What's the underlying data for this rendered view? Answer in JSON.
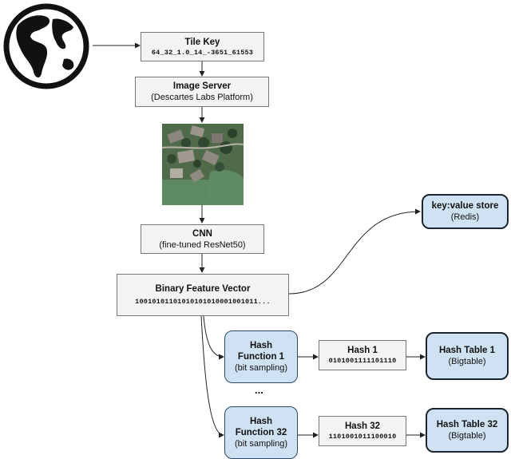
{
  "nodes": {
    "tile_key": {
      "title": "Tile Key",
      "code": "64_32_1.0_14_-3651_61553"
    },
    "image_server": {
      "title": "Image Server",
      "subtitle": "(Descartes Labs Platform)"
    },
    "cnn": {
      "title": "CNN",
      "subtitle": "(fine-tuned ResNet50)"
    },
    "feature_vector": {
      "title": "Binary Feature Vector",
      "code": "10010101101010101010001001011..."
    },
    "kv_store": {
      "title": "key:value store",
      "subtitle": "(Redis)"
    },
    "hash_fn_1": {
      "title": "Hash",
      "title2": "Function 1",
      "subtitle": "(bit sampling)"
    },
    "hash_1": {
      "title": "Hash 1",
      "code": "0101001111101110"
    },
    "hash_table_1": {
      "title": "Hash Table 1",
      "subtitle": "(Bigtable)"
    },
    "ellipsis": "...",
    "hash_fn_32": {
      "title": "Hash",
      "title2": "Function 32",
      "subtitle": "(bit sampling)"
    },
    "hash_32": {
      "title": "Hash 32",
      "code": "1101001011100010"
    },
    "hash_table_32": {
      "title": "Hash Table 32",
      "subtitle": "(Bigtable)"
    }
  },
  "icons": {
    "globe": "globe-icon",
    "aerial_image": "aerial-tile-image"
  },
  "colors": {
    "box_fill": "#f3f3f3",
    "hash_fill": "#cfe2f3",
    "border": "#777777",
    "accent_border": "#1b2530"
  }
}
